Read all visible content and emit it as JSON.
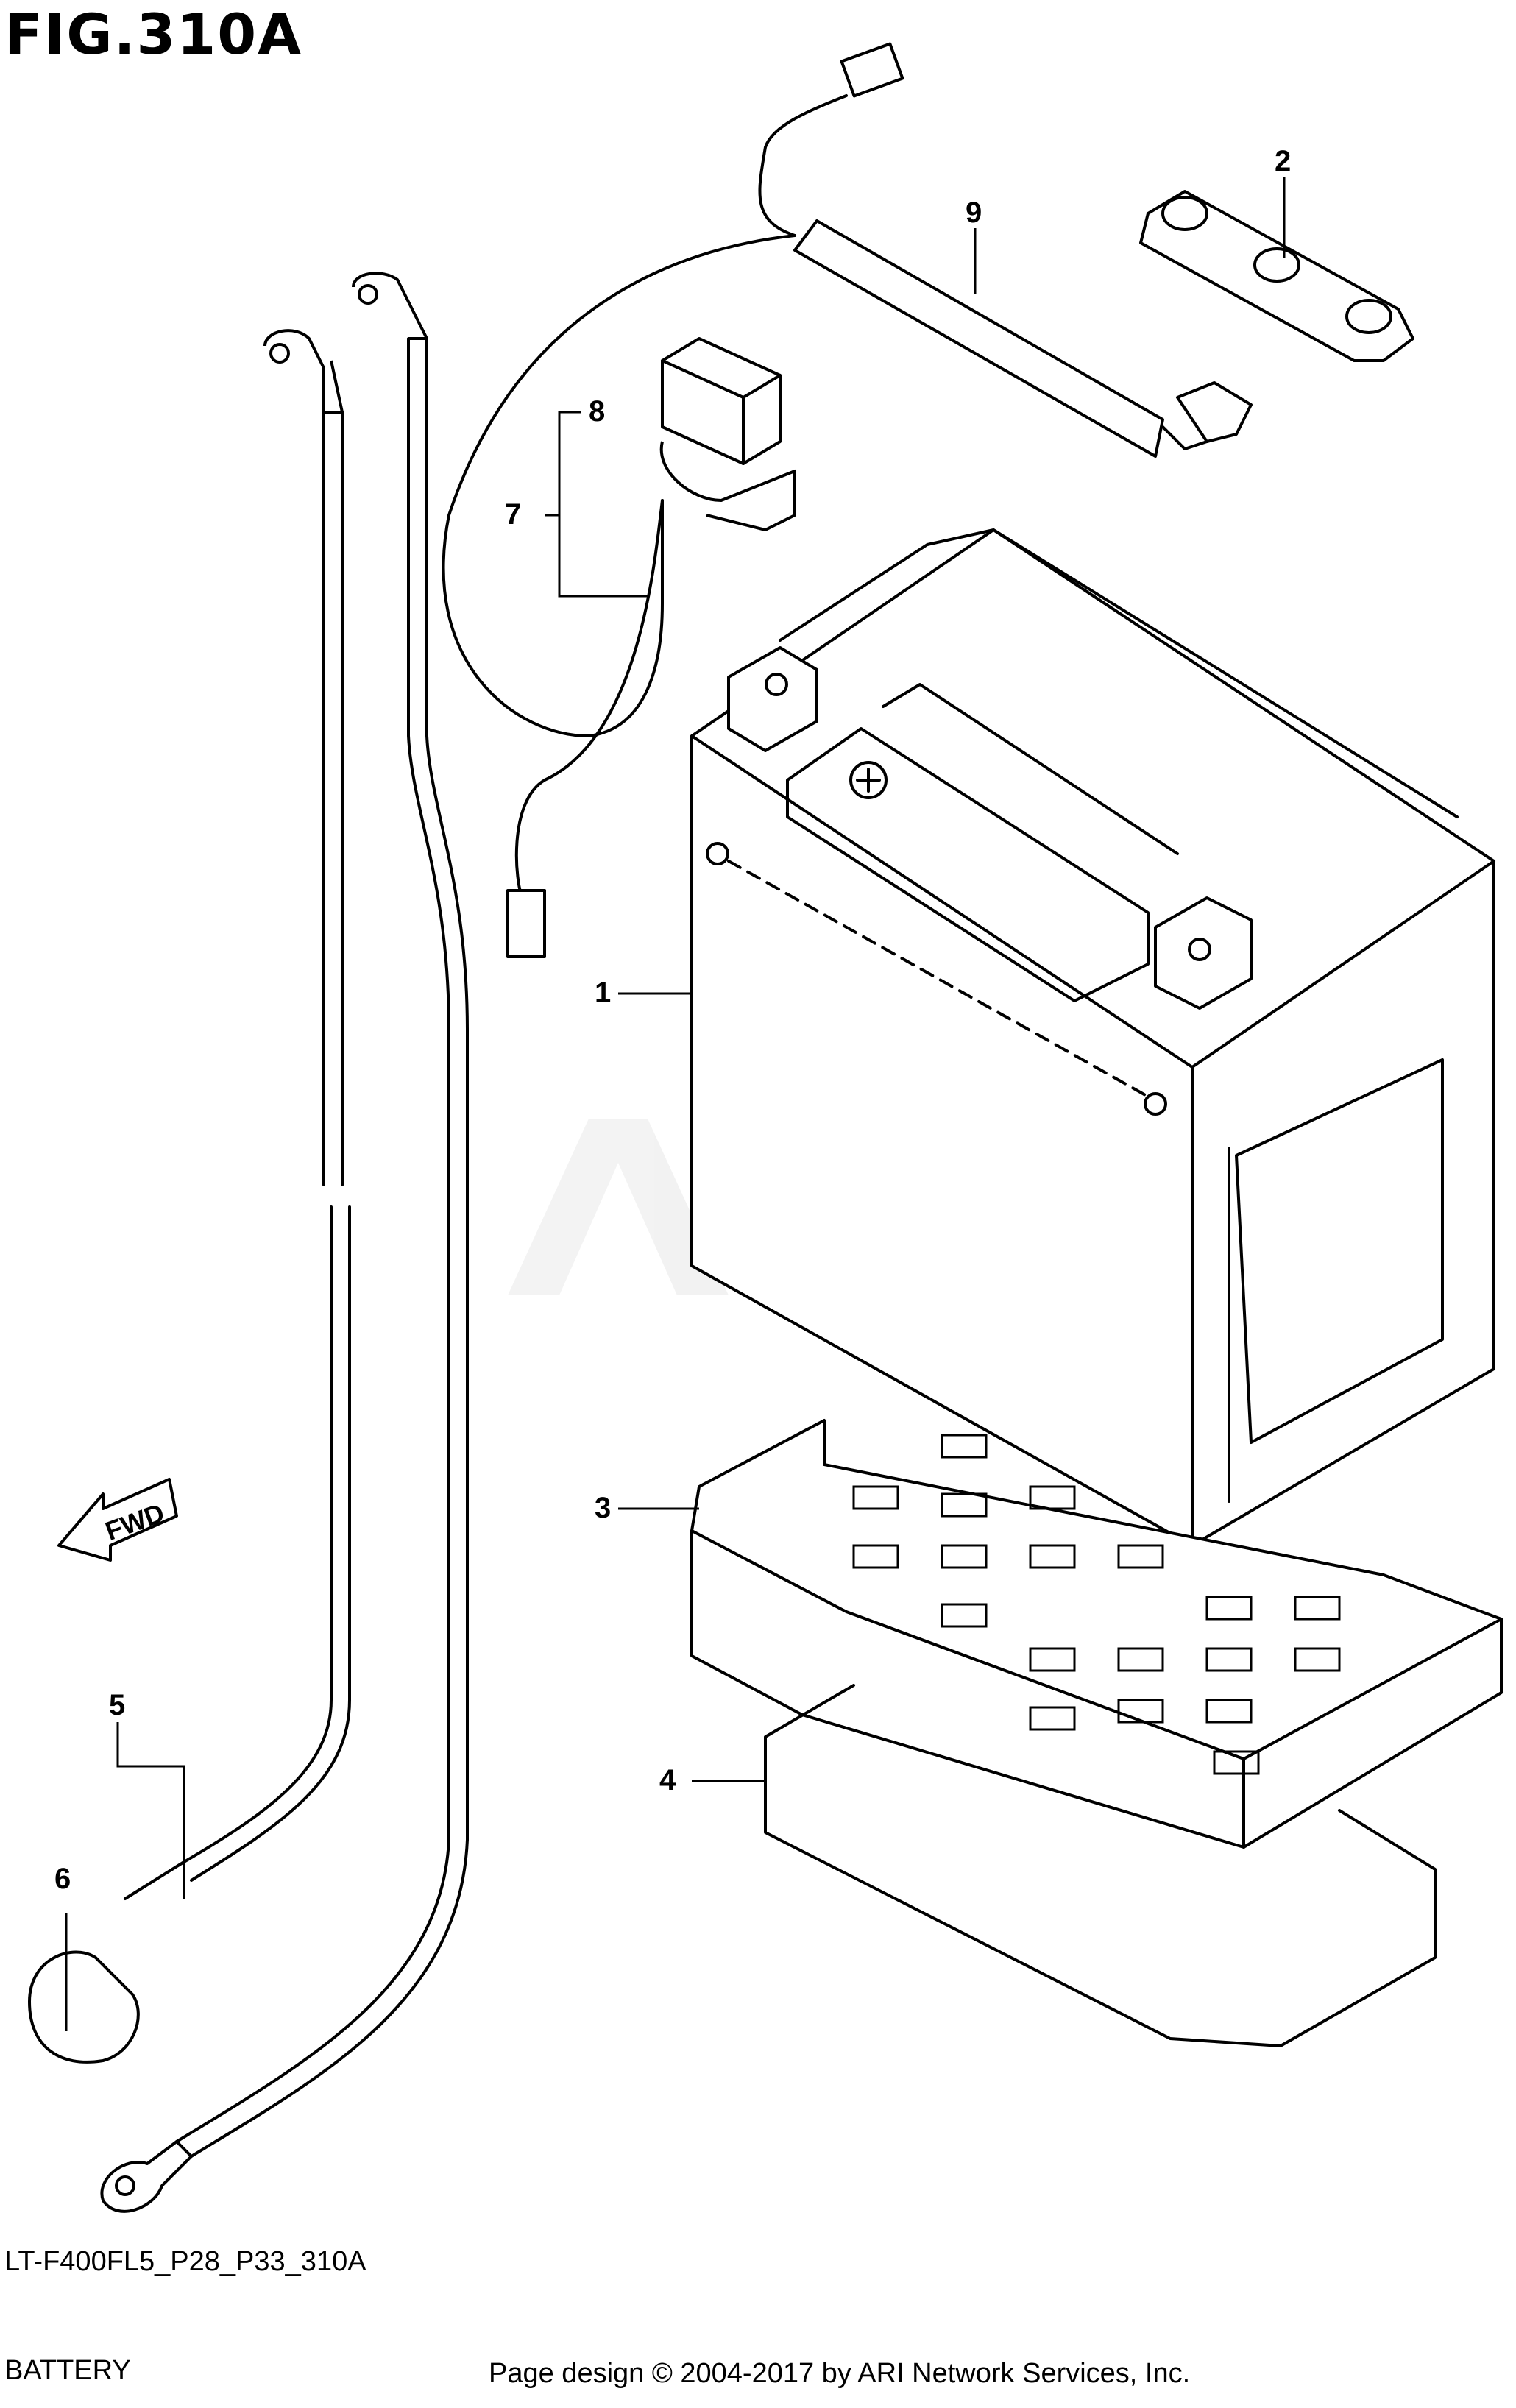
{
  "figure": {
    "title": "FIG.310A",
    "model_code": "LT-F400FL5_P28_P33_310A",
    "section_name": "BATTERY",
    "footer": "Page design © 2004-2017 by ARI Network Services, Inc.",
    "watermark": "ARI",
    "fwd_label": "FWD"
  },
  "callouts": [
    {
      "id": "1",
      "label": "1"
    },
    {
      "id": "2",
      "label": "2"
    },
    {
      "id": "3",
      "label": "3"
    },
    {
      "id": "4",
      "label": "4"
    },
    {
      "id": "5",
      "label": "5"
    },
    {
      "id": "6",
      "label": "6"
    },
    {
      "id": "7",
      "label": "7"
    },
    {
      "id": "8",
      "label": "8"
    },
    {
      "id": "9",
      "label": "9"
    }
  ],
  "colors": {
    "line": "#000000",
    "background": "#ffffff",
    "watermark": "#e6e6e6"
  }
}
